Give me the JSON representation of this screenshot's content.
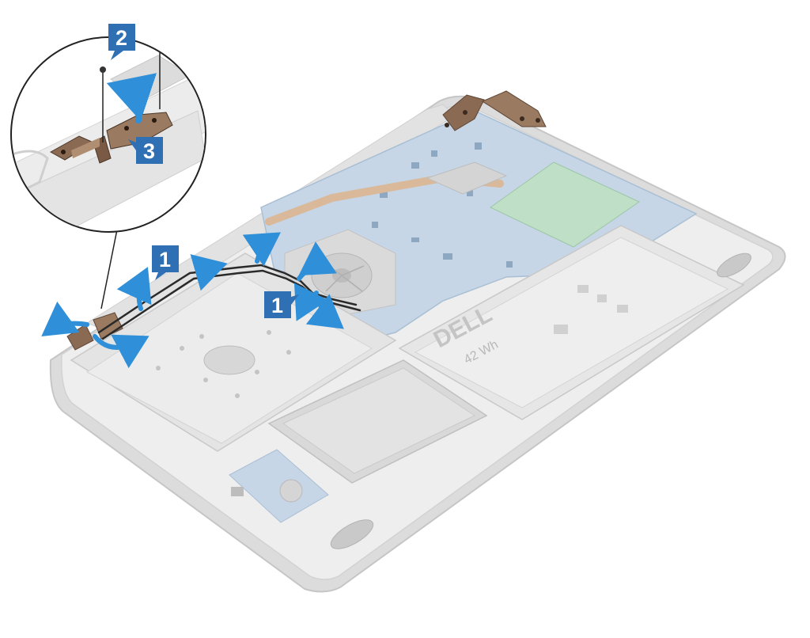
{
  "diagram": {
    "step_markers": [
      {
        "label": "1"
      },
      {
        "label": "1"
      },
      {
        "label": "2"
      },
      {
        "label": "3"
      }
    ],
    "battery": {
      "brand": "DELL",
      "capacity": "42 Wh"
    },
    "colors": {
      "callout": "#2f6fb3",
      "arrow": "#2f8fd8",
      "chassis": "#e6e6e6",
      "board": "#b9cde0",
      "hinge": "#8a6a52",
      "cable": "#2a2a2a"
    }
  }
}
